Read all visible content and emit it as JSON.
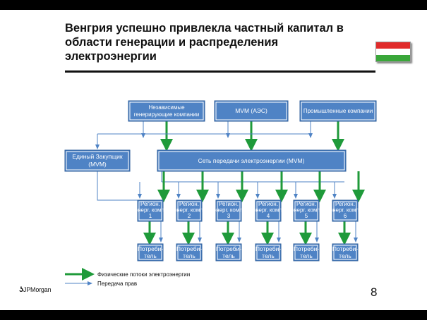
{
  "slide": {
    "title": "Венгрия успешно привлекла частный капитал в области генерации и распределения электроэнергии",
    "logo_text": "JPMorgan",
    "page_number": "8"
  },
  "flag": {
    "colors": [
      "#e02b2b",
      "#ffffff",
      "#3aa73a"
    ]
  },
  "colors": {
    "box_fill": "#4f83c5",
    "physical_arrow": "#1f9a3a",
    "rights_arrow": "#4f83c5"
  },
  "diagram": {
    "independent_gen": [
      "Независимые",
      "генерирующие компании"
    ],
    "mvm": "MVM (АЭС)",
    "industrial": "Промышленные компании",
    "single_buyer": [
      "Единый Закупщик",
      "(MVM)"
    ],
    "grid": "Сеть передачи электроэнергии (MVM)",
    "regional": [
      [
        "Регион.",
        "энерг. комп.",
        "1"
      ],
      [
        "Регион.",
        "энерг. комп.",
        "2"
      ],
      [
        "Регион.",
        "энерг. комп.",
        "3"
      ],
      [
        "Регион.",
        "энерг. комп.",
        "4"
      ],
      [
        "Регион.",
        "энерг. комп.",
        "5"
      ],
      [
        "Регион.",
        "энерг. комп.",
        "6"
      ]
    ],
    "consumer": [
      "Потреби-",
      "тель"
    ]
  },
  "legend": {
    "physical": "Физические потоки электроэнергии",
    "rights": "Передача прав"
  }
}
